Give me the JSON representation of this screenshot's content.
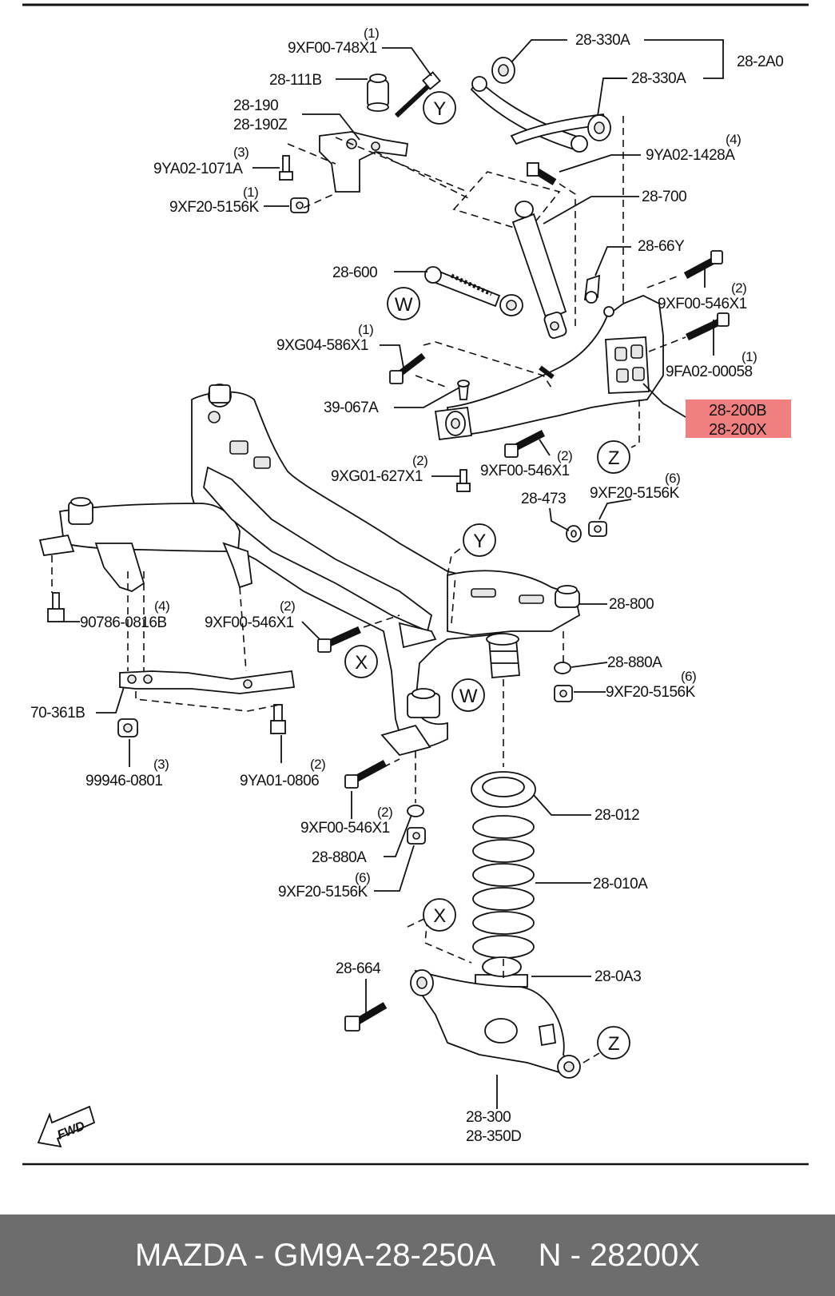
{
  "labels": {
    "l1": "9XF00-748X1",
    "l1q": "(1)",
    "l2": "28-111B",
    "l3": "28-190",
    "l4": "28-190Z",
    "l5": "9YA02-1071A",
    "l5q": "(3)",
    "l6": "9XF20-5156K",
    "l6q": "(1)",
    "l7": "28-330A",
    "l8": "28-2A0",
    "l9": "28-330A",
    "l10": "9YA02-1428A",
    "l10q": "(4)",
    "l11": "28-700",
    "l12": "28-66Y",
    "l13": "28-600",
    "l14": "9XF00-546X1",
    "l14q": "(2)",
    "l15": "9XG04-586X1",
    "l15q": "(1)",
    "l16": "9FA02-00058",
    "l16q": "(1)",
    "l17": "39-067A",
    "l18": "28-200B",
    "l19": "28-200X",
    "l20": "9XG01-627X1",
    "l20q": "(2)",
    "l21": "9XF00-546X1",
    "l21q": "(2)",
    "l22": "28-473",
    "l23": "9XF20-5156K",
    "l23q": "(6)",
    "l24": "90786-0816B",
    "l24q": "(4)",
    "l25": "9XF00-546X1",
    "l25q": "(2)",
    "l26": "28-800",
    "l27": "28-880A",
    "l28": "9XF20-5156K",
    "l28q": "(6)",
    "l29": "70-361B",
    "l30": "99946-0801",
    "l30q": "(3)",
    "l31": "9YA01-0806",
    "l31q": "(2)",
    "l32": "9XF00-546X1",
    "l32q": "(2)",
    "l33": "28-880A",
    "l34": "9XF20-5156K",
    "l34q": "(6)",
    "l35": "28-012",
    "l36": "28-010A",
    "l37": "28-664",
    "l38": "28-0A3",
    "l39": "28-300",
    "l40": "28-350D",
    "fwd": "FWD"
  },
  "callouts": {
    "y": "Y",
    "w": "W",
    "z": "Z",
    "x": "X"
  },
  "highlight_color": "#f08080",
  "footer": {
    "text": "MAZDA - GM9A-28-250A     N - 28200X"
  }
}
